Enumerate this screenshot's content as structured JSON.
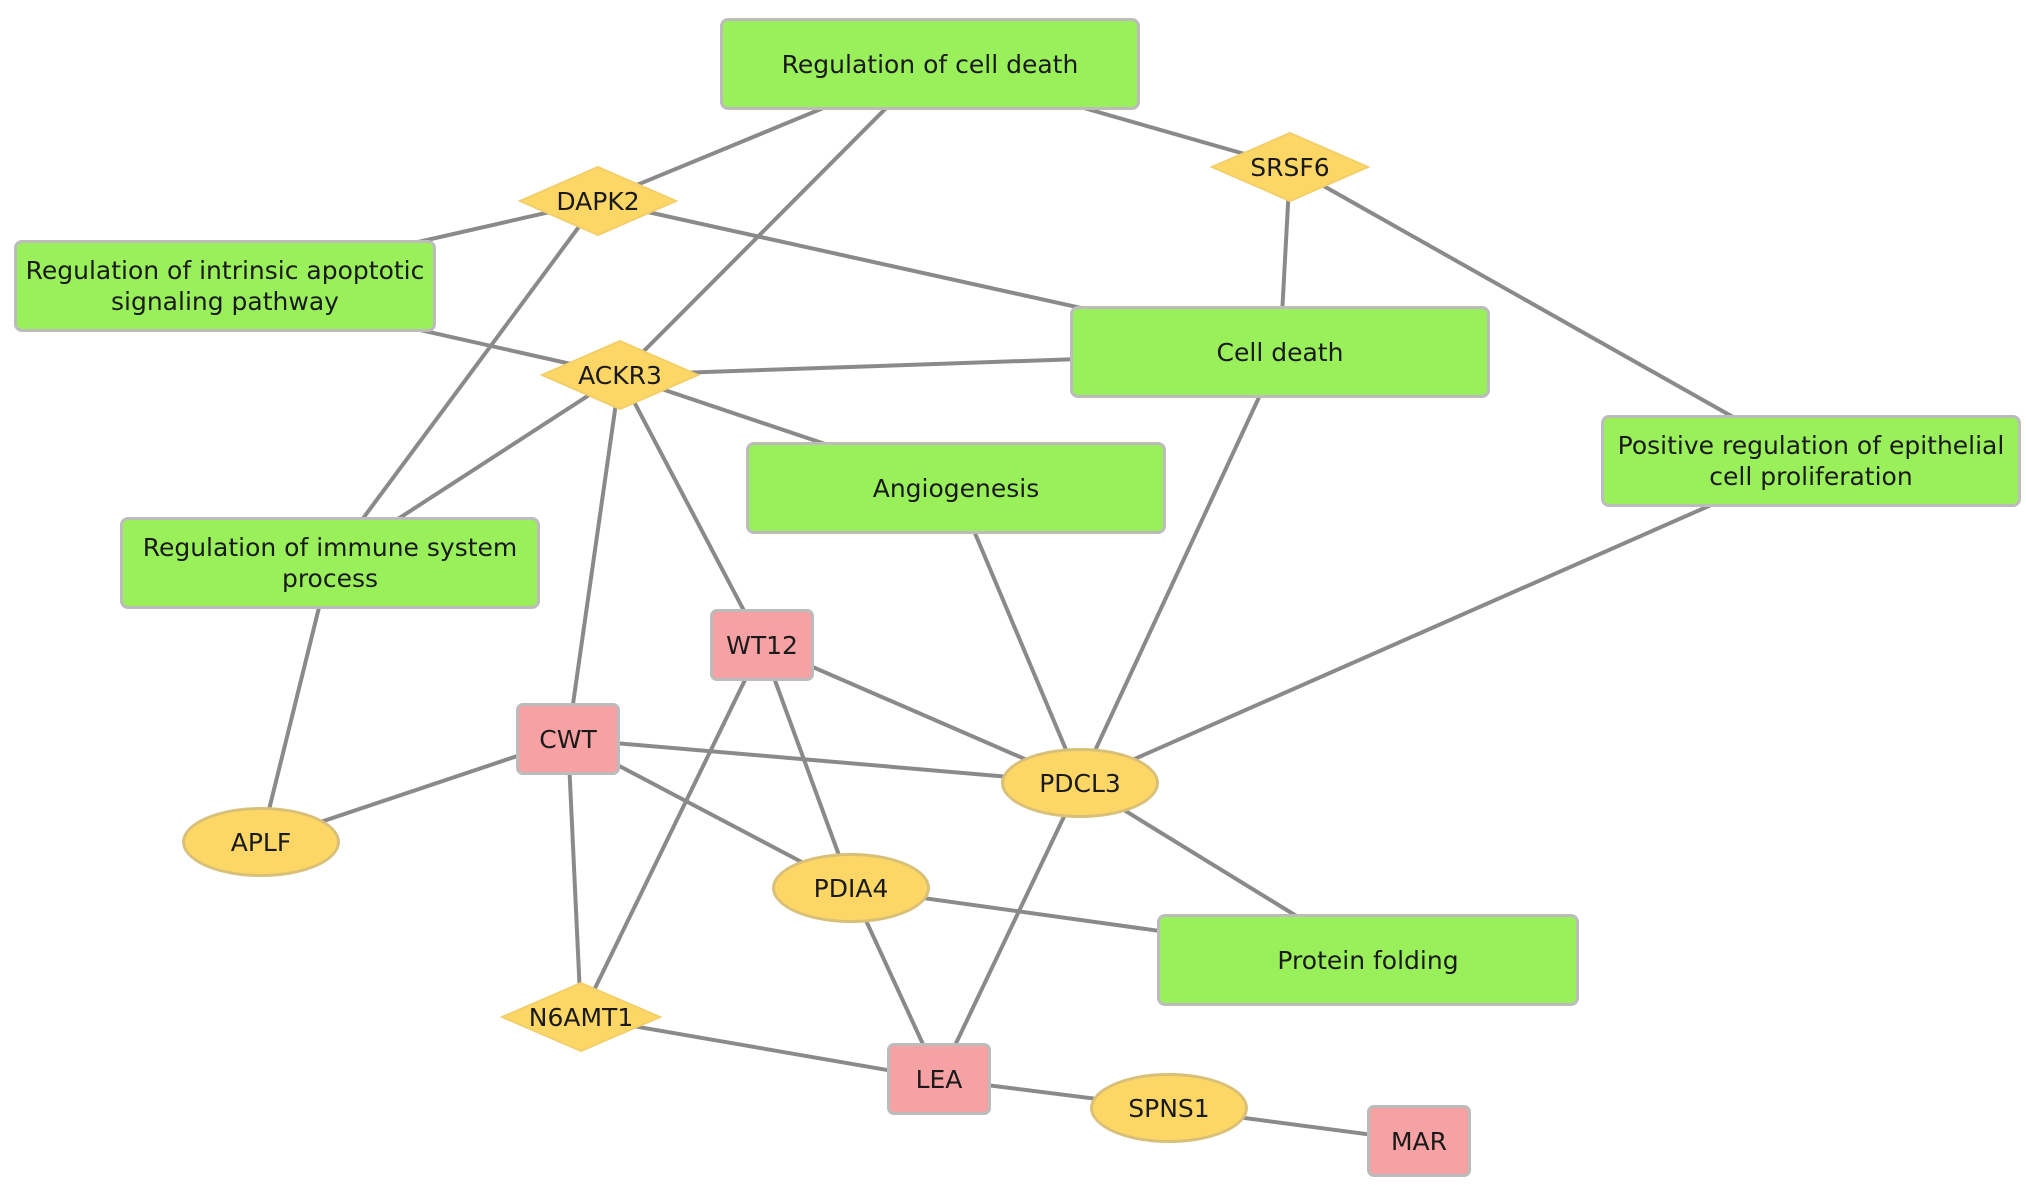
{
  "colors": {
    "term_fill": "#99f05a",
    "gene_pink": "#f6a1a3",
    "gene_yellow": "#fdd766",
    "edge": "#8a8a8a",
    "border": "#bcbcbc"
  },
  "nodes": {
    "reg_cell_death": "Regulation of cell death",
    "reg_intrinsic": "Regulation of intrinsic apoptotic\nsignaling pathway",
    "cell_death": "Cell death",
    "angiogenesis": "Angiogenesis",
    "pos_reg_epithelial": "Positive regulation of epithelial\ncell proliferation",
    "reg_immune": "Regulation of immune system\nprocess",
    "protein_folding": "Protein folding",
    "dapk2": "DAPK2",
    "srsf6": "SRSF6",
    "ackr3": "ACKR3",
    "wt12": "WT12",
    "cwt": "CWT",
    "pdcl3": "PDCL3",
    "aplf": "APLF",
    "pdia4": "PDIA4",
    "n6amt1": "N6AMT1",
    "lea": "LEA",
    "spns1": "SPNS1",
    "mar": "MAR"
  },
  "edges": [
    [
      "reg_cell_death",
      "dapk2"
    ],
    [
      "reg_cell_death",
      "ackr3"
    ],
    [
      "reg_cell_death",
      "srsf6"
    ],
    [
      "dapk2",
      "reg_intrinsic"
    ],
    [
      "dapk2",
      "cell_death"
    ],
    [
      "dapk2",
      "reg_immune"
    ],
    [
      "srsf6",
      "cell_death"
    ],
    [
      "srsf6",
      "pos_reg_epithelial"
    ],
    [
      "reg_intrinsic",
      "ackr3"
    ],
    [
      "ackr3",
      "cell_death"
    ],
    [
      "ackr3",
      "angiogenesis"
    ],
    [
      "ackr3",
      "reg_immune"
    ],
    [
      "ackr3",
      "cwt"
    ],
    [
      "ackr3",
      "wt12"
    ],
    [
      "cell_death",
      "pdcl3"
    ],
    [
      "angiogenesis",
      "pdcl3"
    ],
    [
      "pos_reg_epithelial",
      "pdcl3"
    ],
    [
      "reg_immune",
      "aplf"
    ],
    [
      "wt12",
      "pdcl3"
    ],
    [
      "wt12",
      "pdia4"
    ],
    [
      "wt12",
      "n6amt1"
    ],
    [
      "cwt",
      "pdcl3"
    ],
    [
      "cwt",
      "aplf"
    ],
    [
      "cwt",
      "pdia4"
    ],
    [
      "cwt",
      "n6amt1"
    ],
    [
      "pdcl3",
      "protein_folding"
    ],
    [
      "pdcl3",
      "lea"
    ],
    [
      "pdia4",
      "protein_folding"
    ],
    [
      "pdia4",
      "lea"
    ],
    [
      "n6amt1",
      "lea"
    ],
    [
      "lea",
      "spns1"
    ],
    [
      "spns1",
      "mar"
    ]
  ]
}
